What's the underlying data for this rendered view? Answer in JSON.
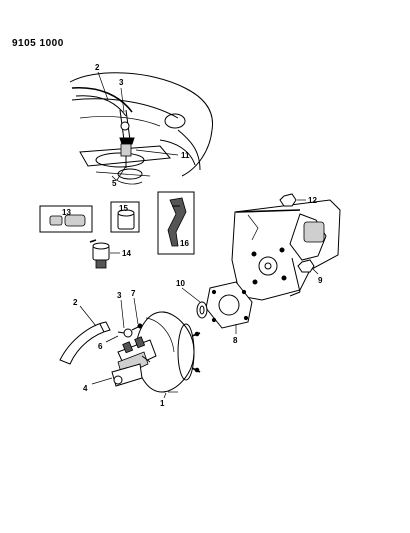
{
  "document_number": "9105 1000",
  "callouts": {
    "c1": "1",
    "c2a": "2",
    "c2b": "2",
    "c3a": "3",
    "c3b": "3",
    "c4": "4",
    "c5": "5",
    "c6": "6",
    "c7": "7",
    "c8": "8",
    "c9": "9",
    "c10": "10",
    "c11": "11",
    "c12": "12",
    "c13": "13",
    "c14": "14",
    "c15": "15",
    "c16": "16"
  }
}
